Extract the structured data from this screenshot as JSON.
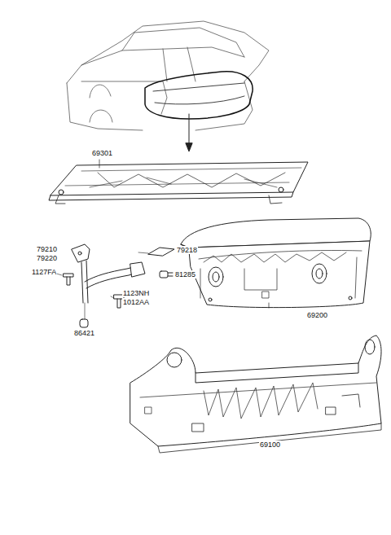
{
  "diagram": {
    "labels": [
      "69301",
      "79210",
      "79220",
      "1127FA",
      "79218",
      "81285",
      "1123NH",
      "1012AA",
      "86421",
      "69200",
      "69100"
    ]
  }
}
